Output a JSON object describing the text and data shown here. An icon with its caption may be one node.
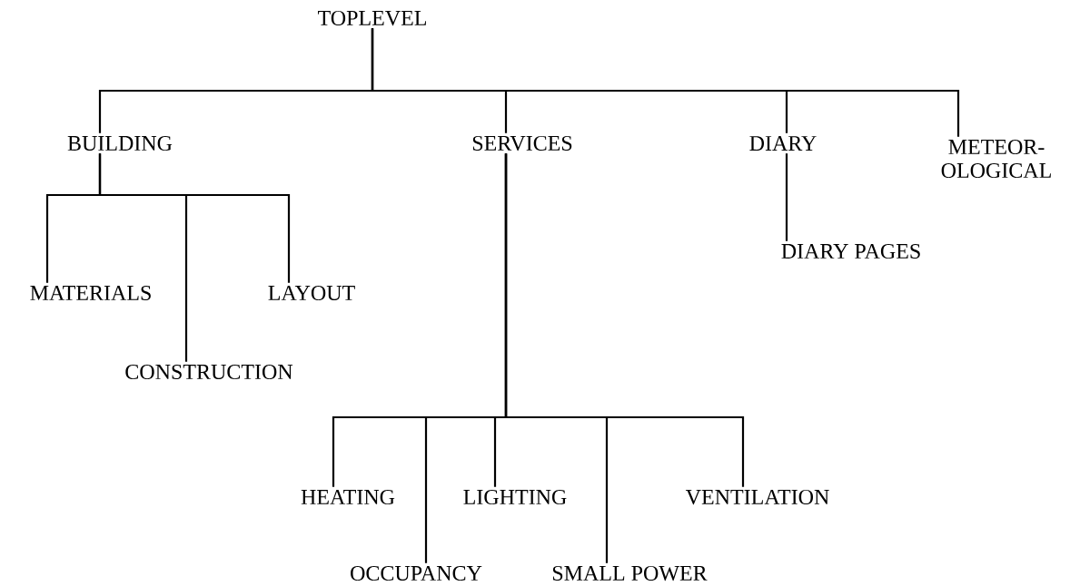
{
  "diagram": {
    "nodes": [
      {
        "text": [
          "TOPLEVEL"
        ]
      },
      {
        "text": [
          "BUILDING"
        ]
      },
      {
        "text": [
          "SERVICES"
        ]
      },
      {
        "text": [
          "DIARY"
        ]
      },
      {
        "text": [
          "METEOR- OLOGICAL"
        ]
      },
      {
        "text": [
          "MATERIALS"
        ]
      },
      {
        "text": [
          "CONSTRUCTION"
        ]
      },
      {
        "text": [
          "LAYOUT"
        ]
      },
      {
        "text": [
          "DIARY PAGES"
        ]
      },
      {
        "text": [
          "HEATING"
        ]
      },
      {
        "text": [
          "OCCUPANCY"
        ]
      },
      {
        "text": [
          "LIGHTING"
        ]
      },
      {
        "text": [
          "SMALL POWER"
        ]
      },
      {
        "text": [
          "VENTILATION"
        ]
      }
    ],
    "edges": [
      {
        "from": 0,
        "to": 1,
        "arrow": "none"
      },
      {
        "from": 0,
        "to": 2,
        "arrow": "none"
      },
      {
        "from": 0,
        "to": 3,
        "arrow": "none"
      },
      {
        "from": 0,
        "to": 4,
        "arrow": "none"
      },
      {
        "from": 1,
        "to": 5,
        "arrow": "none"
      },
      {
        "from": 1,
        "to": 6,
        "arrow": "none"
      },
      {
        "from": 1,
        "to": 7,
        "arrow": "none"
      },
      {
        "from": 3,
        "to": 8,
        "arrow": "none"
      },
      {
        "from": 2,
        "to": 9,
        "arrow": "none"
      },
      {
        "from": 2,
        "to": 10,
        "arrow": "none"
      },
      {
        "from": 2,
        "to": 11,
        "arrow": "none"
      },
      {
        "from": 2,
        "to": 12,
        "arrow": "none"
      },
      {
        "from": 2,
        "to": 13,
        "arrow": "none"
      }
    ]
  }
}
